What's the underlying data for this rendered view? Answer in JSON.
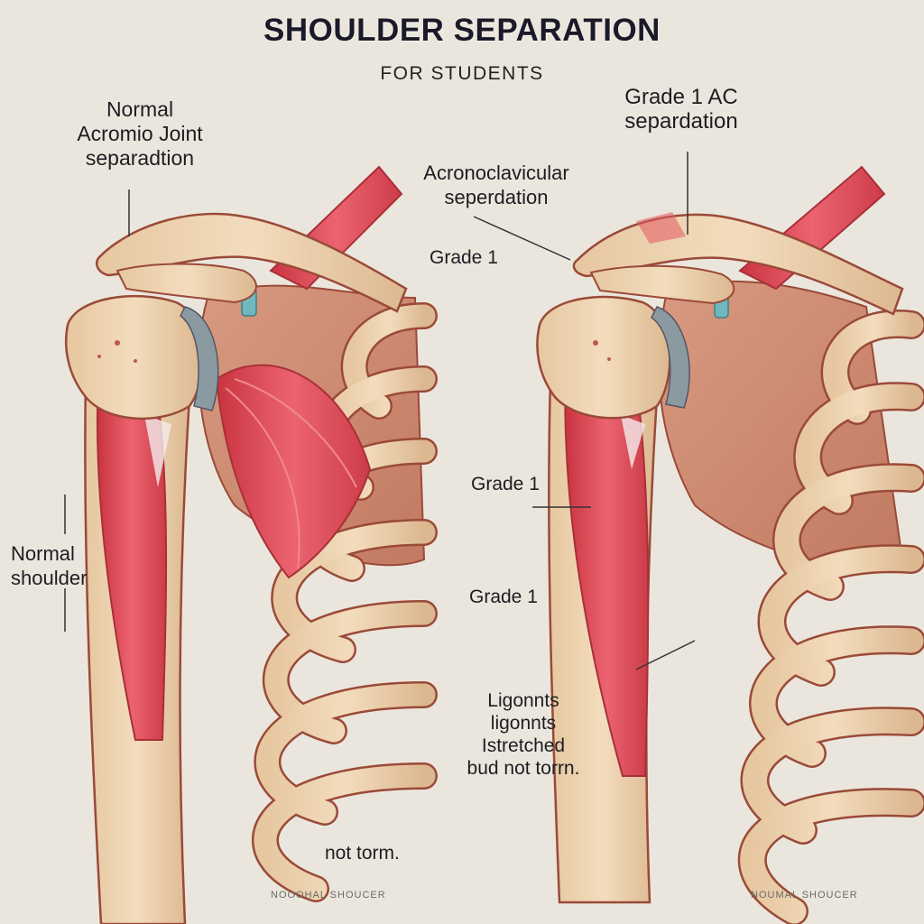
{
  "title": "SHOULDER SEPARATION",
  "subtitle": "FOR STUDENTS",
  "left_panel": {
    "label_top": [
      "Normal",
      "Acromio Joint",
      "separadtion"
    ],
    "label_side": [
      "Normal",
      "shoulder"
    ],
    "label_bottom": "not torm.",
    "footer": "NOOOHAL SHOUCER"
  },
  "right_panel": {
    "label_top": [
      "Grade 1 AC",
      "separdation"
    ],
    "label_ac": [
      "Acronoclavicular",
      "seperdation"
    ],
    "label_grade_a": "Grade 1",
    "label_grade_b": "Grade 1",
    "label_grade_c": "Grade 1",
    "label_ligaments": [
      "Ligonnts",
      "ligonnts",
      "Istretched",
      "bud not torrn."
    ],
    "footer": "NOUMAL SHOUCER"
  },
  "colors": {
    "background": "#ebe6dd",
    "bone": "#ecd2b0",
    "bone_outline": "#9a4a38",
    "muscle": "#e4505a",
    "muscle_dark": "#c0303c",
    "cartilage": "#6fb8c0"
  }
}
